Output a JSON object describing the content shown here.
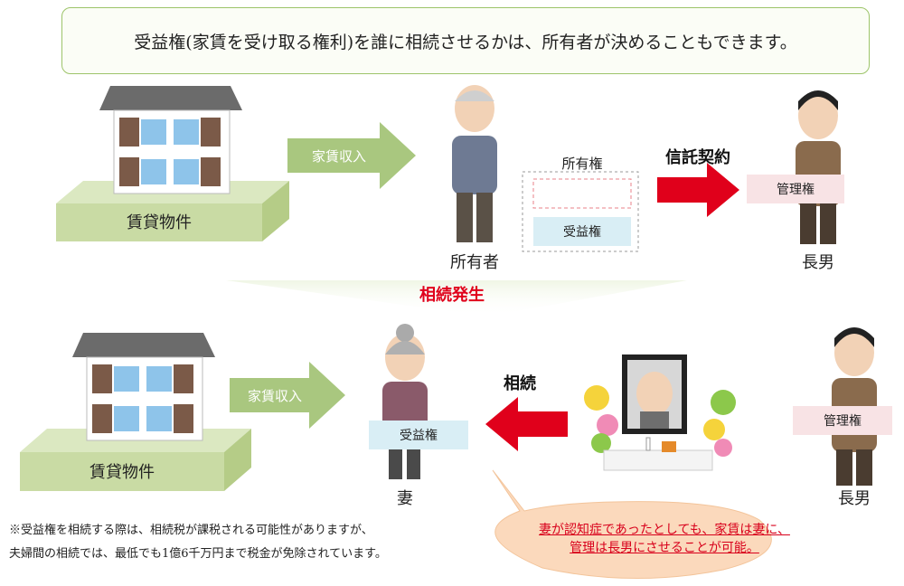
{
  "header": {
    "text": "受益権(家賃を受け取る権利)を誰に相続させるかは、所有者が決めることもできます。"
  },
  "top": {
    "property_label": "賃貸物件",
    "income_label": "家賃収入",
    "owner_label": "所有者",
    "ownership_label": "所有権",
    "beneficial_label": "受益権",
    "trust_label": "信託契約",
    "management_label": "管理権",
    "son_label": "長男"
  },
  "middle": {
    "inheritance_event": "相続発生"
  },
  "bottom": {
    "property_label": "賃貸物件",
    "income_label": "家賃収入",
    "wife_label": "妻",
    "beneficial_label": "受益権",
    "inherit_label": "相続",
    "management_label": "管理権",
    "son_label": "長男"
  },
  "note": {
    "line1": "※受益権を相続する際は、相続税が課税される可能性がありますが、",
    "line2": "夫婦間の相続では、最低でも1億6千万円まで税金が免除されています。"
  },
  "callout": {
    "line1": "妻が認知症であったとしても、家賃は妻に、",
    "line2": "管理は長男にさせることが可能。"
  },
  "colors": {
    "green_block": "#c9dba4",
    "arrow_green": "#a9c77f",
    "trust_arrow": "#e0001b",
    "blue_box": "#d9eef5",
    "pink_box": "#f8e3e5",
    "callout_fill": "#fbd9bc"
  }
}
